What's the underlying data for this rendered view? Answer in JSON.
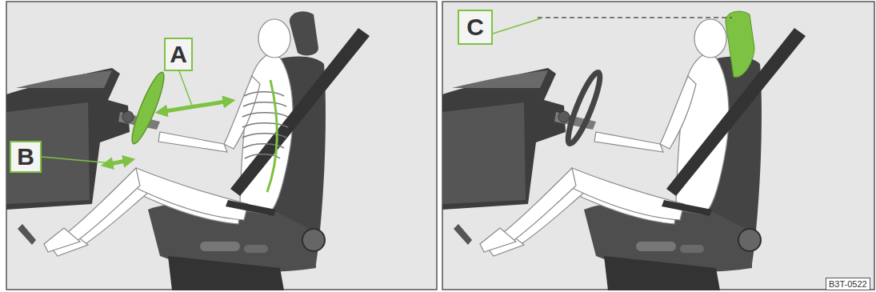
{
  "diagram": {
    "nodes": [
      {
        "text": [
          "A"
        ]
      },
      {
        "text": [
          "B"
        ]
      },
      {
        "text": [
          "C"
        ]
      }
    ],
    "labels": [
      "B3T-0522"
    ]
  }
}
